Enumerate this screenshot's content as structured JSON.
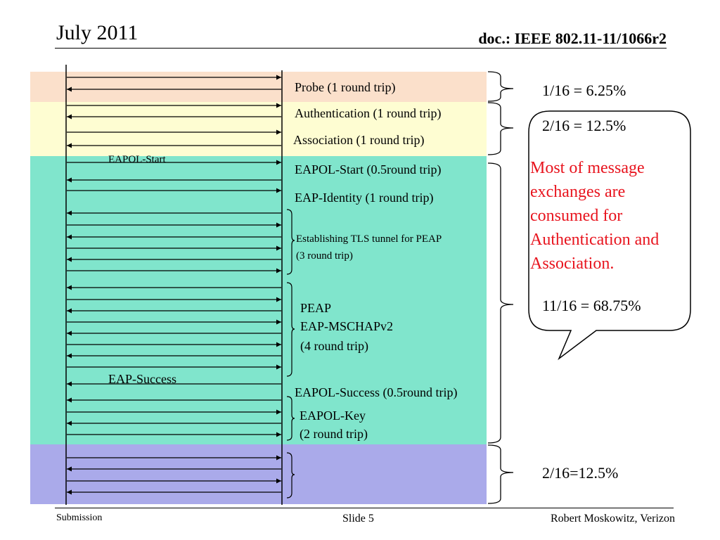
{
  "header": {
    "date": "July 2011",
    "doc": "doc.: IEEE 802.11-11/1066r2"
  },
  "footer": {
    "left": "Submission",
    "center": "Slide 5",
    "right": "Robert Moskowitz, Verizon"
  },
  "colors": {
    "probe_band": "#fbe0cb",
    "assoc_band": "#fefdd2",
    "auth_band": "#80e5cc",
    "final_band": "#aaaaea",
    "note_text": "#e8141e"
  },
  "phases": {
    "probe": "Probe (1 round trip)",
    "authentication": "Authentication (1 round trip)",
    "association": "Association (1 round trip)",
    "eapol_start": "EAPOL-Start (0.5round trip)",
    "eap_identity": "EAP-Identity (1 round trip)",
    "tls_line1": "Establishing TLS tunnel for PEAP",
    "tls_line2": "(3 round trip)",
    "peap_line1": "PEAP",
    "peap_line2": "EAP-MSCHAPv2",
    "peap_line3": "(4 round trip)",
    "eapol_success": "EAPOL-Success (0.5round trip)",
    "eapol_key_line1": "EAPOL-Key",
    "eapol_key_line2": "(2 round trip)",
    "eapol_start_arrow": "EAPOL-Start",
    "eap_success_arrow": "EAP-Success"
  },
  "ratios": {
    "probe": "1/16 = 6.25%",
    "assoc": "2/16 = 12.5%",
    "auth": "11/16 = 68.75%",
    "final": "2/16=12.5%"
  },
  "note": "Most of message exchanges are consumed for Authentication and Association."
}
